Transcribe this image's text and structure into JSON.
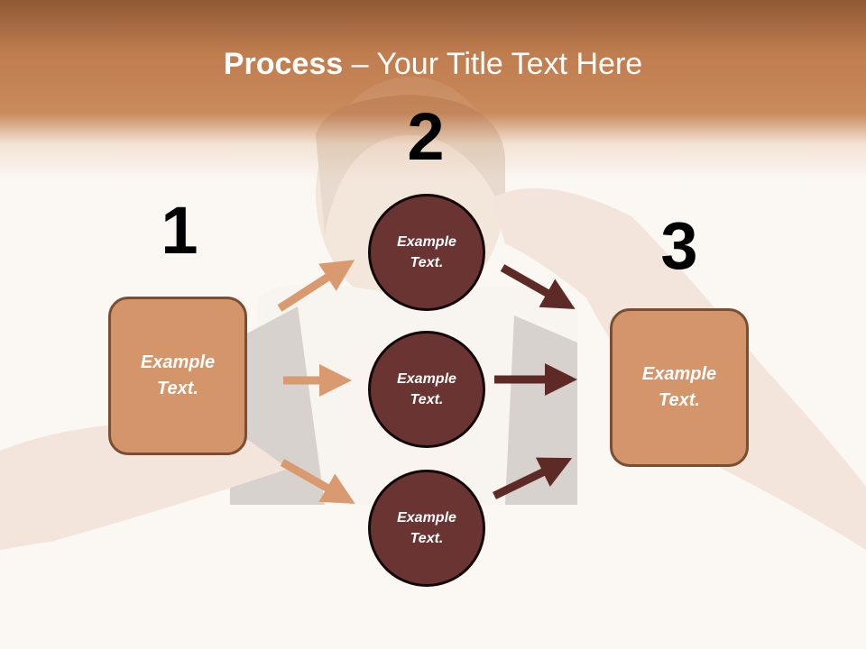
{
  "title": {
    "bold": "Process",
    "rest": " – Your Title Text Here"
  },
  "steps": {
    "one": "1",
    "two": "2",
    "three": "3"
  },
  "left_box": {
    "line1": "Example",
    "line2": "Text."
  },
  "right_box": {
    "line1": "Example",
    "line2": "Text."
  },
  "circles": [
    {
      "line1": "Example",
      "line2": "Text."
    },
    {
      "line1": "Example",
      "line2": "Text."
    },
    {
      "line1": "Example",
      "line2": "Text."
    }
  ],
  "colors": {
    "banner": "#c98a5c",
    "box_fill": "#d4956a",
    "circle_fill": "#6a3433",
    "arrow_light": "#d89a6e",
    "arrow_dark": "#5e2a26"
  }
}
